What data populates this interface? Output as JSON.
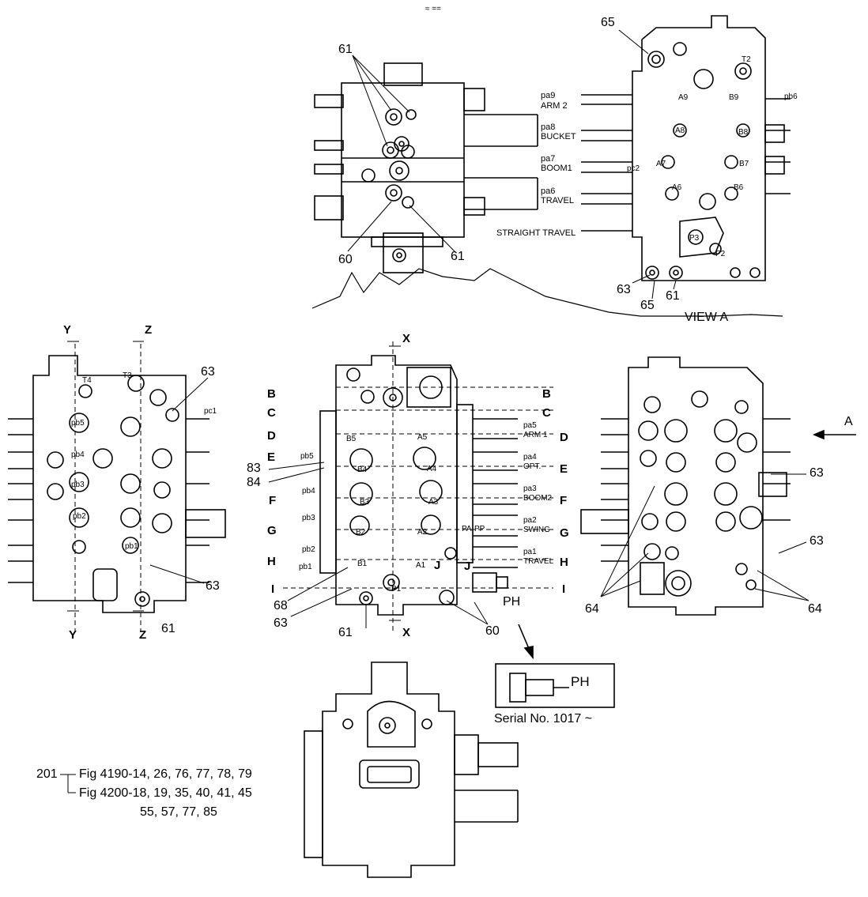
{
  "header_mark": "≈ ==",
  "view_a": {
    "title": "VIEW  A",
    "ports": [
      {
        "code": "pa9",
        "name": "ARM 2"
      },
      {
        "code": "pa8",
        "name": "BUCKET"
      },
      {
        "code": "pa7",
        "name": "BOOM1"
      },
      {
        "code": "pa6",
        "name": "TRAVEL"
      }
    ],
    "straight_travel": "STRAIGHT TRAVEL",
    "inner_marks": [
      "T2",
      "A9",
      "B9",
      "A8",
      "B8",
      "A7",
      "B7",
      "A6",
      "B6",
      "P3",
      "P2",
      "pb6",
      "pc2"
    ]
  },
  "front_view": {
    "ports": [
      {
        "code": "pa5",
        "name": "ARM 1"
      },
      {
        "code": "pa4",
        "name": "OPT."
      },
      {
        "code": "pa3",
        "name": "BOOM2"
      },
      {
        "code": "pa2",
        "name": "SWING"
      },
      {
        "code": "pa1",
        "name": "TRAVEL"
      }
    ],
    "left_ports": [
      "pb5",
      "pb4",
      "pb3",
      "pb2",
      "pb1"
    ],
    "inner_marks": [
      "B5",
      "A5",
      "B4",
      "A4",
      "B3",
      "A3",
      "B2",
      "A2",
      "B1",
      "A1",
      "P1",
      "PA",
      "PP",
      "PH"
    ],
    "sections": [
      "B",
      "C",
      "D",
      "E",
      "F",
      "G",
      "H",
      "I"
    ],
    "section_x": "X",
    "section_j": "J"
  },
  "left_view": {
    "section_y": "Y",
    "section_z": "Z",
    "inner_marks": [
      "T4",
      "T3",
      "pb5",
      "pb4",
      "pb3",
      "pb2",
      "pb1",
      "pc1"
    ]
  },
  "arrow_a": "A",
  "detail_ph": {
    "label": "PH",
    "serial": "Serial No. 1017 ~"
  },
  "callouts": {
    "c60": "60",
    "c61": "61",
    "c63": "63",
    "c64": "64",
    "c65": "65",
    "c68": "68",
    "c83": "83",
    "c84": "84"
  },
  "figure_refs": {
    "index": "201",
    "lines": [
      "Fig 4190-14, 26, 76, 77, 78, 79",
      "Fig 4200-18, 19, 35, 40, 41, 45",
      "55, 57, 77, 85"
    ]
  }
}
